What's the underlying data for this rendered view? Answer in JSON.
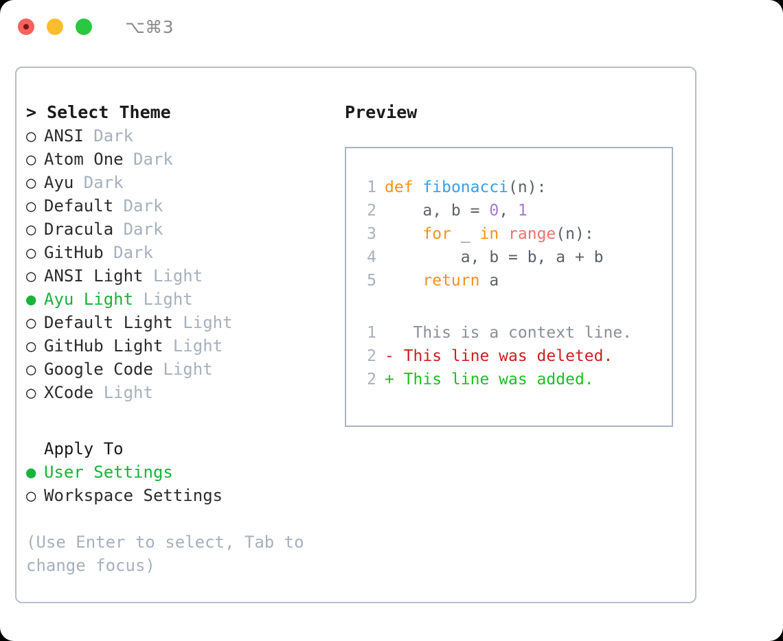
{
  "titlebar": {
    "shortcut": "⌥⌘3",
    "lights": [
      {
        "name": "close",
        "color": "#f9615c"
      },
      {
        "name": "minimize",
        "color": "#fbbd2e"
      },
      {
        "name": "maximize",
        "color": "#2ac840"
      }
    ]
  },
  "theme_picker": {
    "header": "> Select Theme",
    "items": [
      {
        "marker": "○",
        "name": "ANSI",
        "variant": "Dark",
        "selected": false
      },
      {
        "marker": "○",
        "name": "Atom One",
        "variant": "Dark",
        "selected": false
      },
      {
        "marker": "○",
        "name": "Ayu",
        "variant": "Dark",
        "selected": false
      },
      {
        "marker": "○",
        "name": "Default",
        "variant": "Dark",
        "selected": false
      },
      {
        "marker": "○",
        "name": "Dracula",
        "variant": "Dark",
        "selected": false
      },
      {
        "marker": "○",
        "name": "GitHub",
        "variant": "Dark",
        "selected": false
      },
      {
        "marker": "○",
        "name": "ANSI Light",
        "variant": "Light",
        "selected": false
      },
      {
        "marker": "●",
        "name": "Ayu Light",
        "variant": "Light",
        "selected": true
      },
      {
        "marker": "○",
        "name": "Default Light",
        "variant": "Light",
        "selected": false
      },
      {
        "marker": "○",
        "name": "GitHub Light",
        "variant": "Light",
        "selected": false
      },
      {
        "marker": "○",
        "name": "Google Code",
        "variant": "Light",
        "selected": false
      },
      {
        "marker": "○",
        "name": "XCode",
        "variant": "Light",
        "selected": false
      }
    ]
  },
  "apply_to": {
    "header": "Apply To",
    "items": [
      {
        "marker": "●",
        "name": "User Settings",
        "selected": true
      },
      {
        "marker": "○",
        "name": "Workspace Settings",
        "selected": false
      }
    ]
  },
  "hint": "(Use Enter to select, Tab to change focus)",
  "preview": {
    "title": "Preview",
    "code_lines": [
      {
        "lno": "1",
        "tokens": [
          {
            "t": "def",
            "c": "kw"
          },
          {
            "t": " ",
            "c": "txt"
          },
          {
            "t": "fibonacci",
            "c": "fn"
          },
          {
            "t": "(n):",
            "c": "txt"
          }
        ]
      },
      {
        "lno": "2",
        "tokens": [
          {
            "t": "    a, b = ",
            "c": "txt"
          },
          {
            "t": "0",
            "c": "num"
          },
          {
            "t": ", ",
            "c": "txt"
          },
          {
            "t": "1",
            "c": "num"
          }
        ]
      },
      {
        "lno": "3",
        "tokens": [
          {
            "t": "    ",
            "c": "txt"
          },
          {
            "t": "for",
            "c": "kw"
          },
          {
            "t": " _ ",
            "c": "txt"
          },
          {
            "t": "in",
            "c": "kw"
          },
          {
            "t": " ",
            "c": "txt"
          },
          {
            "t": "range",
            "c": "bi"
          },
          {
            "t": "(n):",
            "c": "txt"
          }
        ]
      },
      {
        "lno": "4",
        "tokens": [
          {
            "t": "        a, b = b, a + b",
            "c": "txt"
          }
        ]
      },
      {
        "lno": "5",
        "tokens": [
          {
            "t": "    ",
            "c": "txt"
          },
          {
            "t": "return",
            "c": "kw"
          },
          {
            "t": " a",
            "c": "txt"
          }
        ]
      }
    ],
    "diff_lines": [
      {
        "lno": "1",
        "sign": " ",
        "text": "  This is a context line.",
        "kind": "ctx"
      },
      {
        "lno": "2",
        "sign": "-",
        "text": " This line was deleted.",
        "kind": "del"
      },
      {
        "lno": "2",
        "sign": "+",
        "text": " This line was added.",
        "kind": "add"
      }
    ]
  },
  "colors": {
    "accent_green": "#19b33c",
    "muted": "#a7b0bd",
    "keyword": "#f2921d",
    "function": "#399ee6",
    "number": "#a37acc",
    "builtin": "#f07171",
    "text": "#5c6166",
    "diff_delete": "#cc1f1f",
    "diff_add": "#19c21f",
    "panel_border": "#b6bdc8"
  }
}
